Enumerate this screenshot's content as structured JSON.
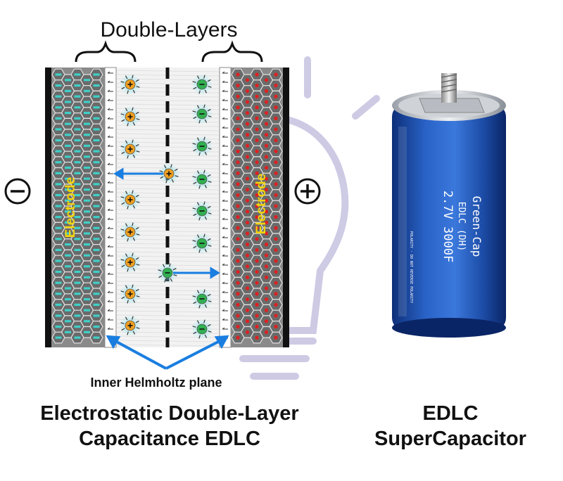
{
  "labels": {
    "double_layers": "Double-Layers",
    "electrode_left": "Electrode",
    "electrode_right": "Electrode",
    "inner_helmholtz": "Inner Helmholtz plane",
    "minus_sign": "−",
    "plus_sign": "+"
  },
  "captions": {
    "left_line1": "Electrostatic Double-Layer",
    "left_line2": "Capacitance EDLC",
    "right_line1": "EDLC",
    "right_line2": "SuperCapacitor"
  },
  "capacitor": {
    "brand": "Green-Cap",
    "model": "EDLC (DH)",
    "rating": "2.7V 3000F",
    "fine_print": "POLARITY · DO NOT REVERSE POLARITY"
  },
  "colors": {
    "collector": "#111111",
    "left_hex_fill": "#3fd0c8",
    "right_hex_fill": "#e02020",
    "electrode_frame": "#6f6f6f",
    "cation": "#f0a020",
    "anion": "#30b050",
    "arrow_blue": "#1a7ee0",
    "watermark": "#c9c5e2",
    "capacitor_blue": "#1d4fa8"
  }
}
